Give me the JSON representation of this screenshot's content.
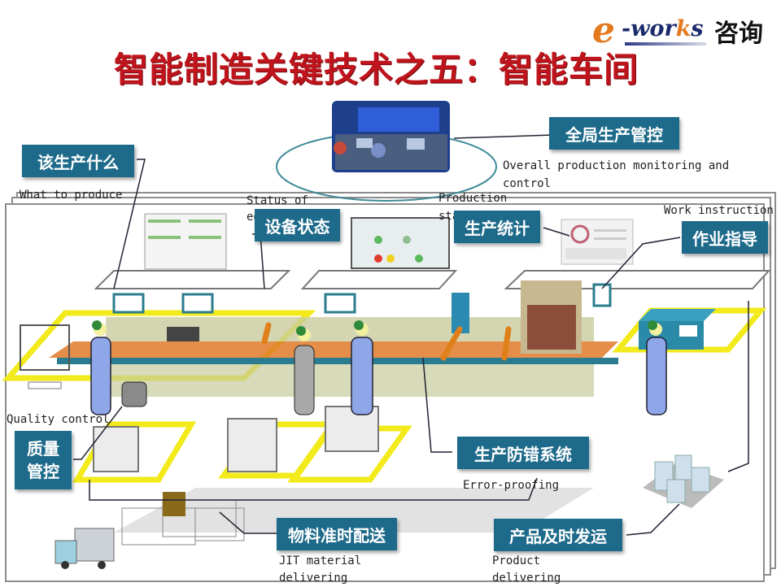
{
  "title": "智能制造关键技术之五：智能车间",
  "logo": {
    "e": "e",
    "works_prefix": "-wor",
    "works_k": "k",
    "works_suffix": "s",
    "cn": "咨询"
  },
  "callouts": [
    {
      "id": "what-to-produce",
      "zh": "该生产什么",
      "en": "What to produce"
    },
    {
      "id": "overall-control",
      "zh": "全局生产管控",
      "en_line1": "Overall production monitoring and",
      "en_line2": "control"
    },
    {
      "id": "equipment-status",
      "zh": "设备状态",
      "en_line1": "Status of",
      "en_line2": "equipment"
    },
    {
      "id": "production-statistic",
      "zh": "生产统计",
      "en_line1": "Production",
      "en_line2": "statistic"
    },
    {
      "id": "work-instruction",
      "zh": "作业指导",
      "en": "Work instruction"
    },
    {
      "id": "quality-control",
      "zh_line1": "质量",
      "zh_line2": "管控",
      "en": "Quality control"
    },
    {
      "id": "error-proofing",
      "zh": "生产防错系统",
      "en": "Error-proofing"
    },
    {
      "id": "jit-delivery",
      "zh": "物料准时配送",
      "en_line1": "JIT material",
      "en_line2": "delivering"
    },
    {
      "id": "product-delivery",
      "zh": "产品及时发运",
      "en_line1": "Product",
      "en_line2": "delivering"
    }
  ],
  "colors": {
    "title": "#c0141c",
    "label_bg": "#1d6a8a",
    "floor_marking": "#f2ea1a",
    "worker": "#8fa6e8",
    "conveyor": "#e07a2a"
  }
}
